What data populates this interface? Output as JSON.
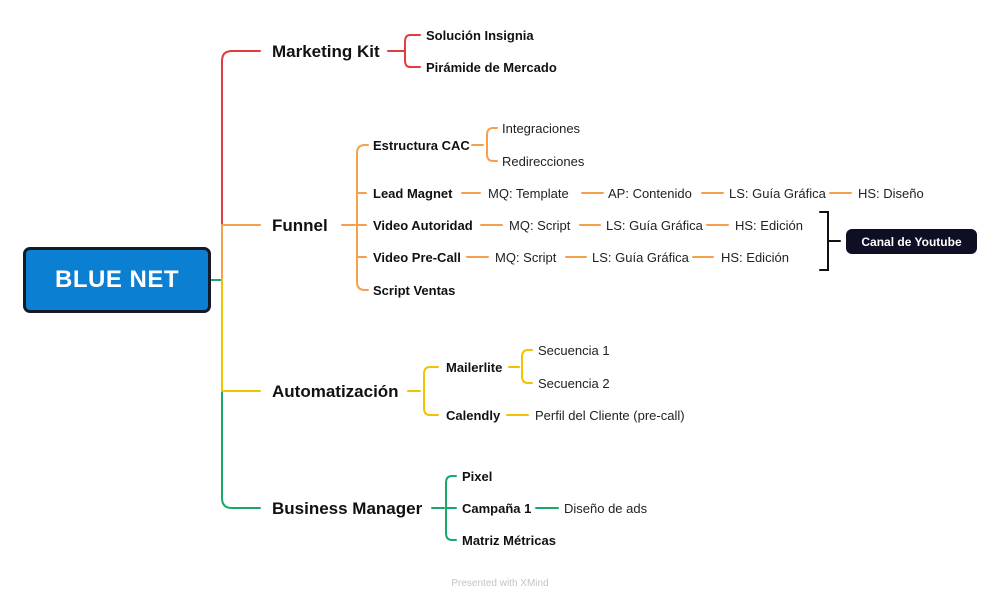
{
  "root": {
    "label": "BLUE NET",
    "color": "#0b7fd1"
  },
  "branches": {
    "marketing_kit": {
      "label": "Marketing Kit",
      "color": "#e03e3e",
      "children": [
        "Solución Insignia",
        "Pirámide de Mercado"
      ]
    },
    "funnel": {
      "label": "Funnel",
      "color": "#f5a04a",
      "estructura_cac": {
        "label": "Estructura CAC",
        "children": [
          "Integraciones",
          "Redirecciones"
        ]
      },
      "lead_magnet": {
        "label": "Lead Magnet",
        "chain": [
          "MQ: Template",
          "AP: Contenido",
          "LS: Guía Gráfica",
          "HS: Diseño"
        ]
      },
      "video_autoridad": {
        "label": "Video Autoridad",
        "chain": [
          "MQ: Script",
          "LS: Guía Gráfica",
          "HS: Edición"
        ]
      },
      "video_precall": {
        "label": "Video Pre-Call",
        "chain": [
          "MQ: Script",
          "LS: Guía Gráfica",
          "HS: Edición"
        ]
      },
      "script_ventas": {
        "label": "Script Ventas"
      },
      "summary": {
        "label": "Canal de Youtube",
        "color": "#0e0f24"
      }
    },
    "automatizacion": {
      "label": "Automatización",
      "color": "#f2c200",
      "mailerlite": {
        "label": "Mailerlite",
        "children": [
          "Secuencia 1",
          "Secuencia 2"
        ]
      },
      "calendly": {
        "label": "Calendly",
        "children": [
          "Perfil del Cliente (pre-call)"
        ]
      }
    },
    "business_manager": {
      "label": "Business Manager",
      "color": "#1aa86a",
      "pixel": {
        "label": "Pixel"
      },
      "campana": {
        "label": "Campaña 1",
        "children": [
          "Diseño de ads"
        ]
      },
      "matriz": {
        "label": "Matriz Métricas"
      }
    }
  },
  "footer": "Presented with XMind"
}
